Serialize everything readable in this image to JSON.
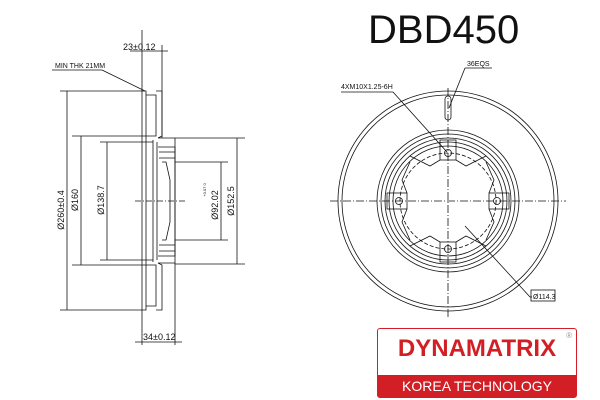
{
  "title": "DBD450",
  "side_view": {
    "thickness": "23±0.12",
    "min_thickness": "MIN THK 21MM",
    "outer_diameter": "Ø260±0.4",
    "d160": "Ø160",
    "d138": "Ø138.7",
    "center_bore": "Ø92.02",
    "center_bore_tol": "+0.07 0",
    "d152": "Ø152.5",
    "height": "34±0.12"
  },
  "front_view": {
    "thread": "4XM10X1.25-6H",
    "vanes": "36EQS",
    "pcd": "Ø114.3"
  },
  "logo": {
    "brand": "DYNAMATRIX",
    "registered": "®",
    "tagline": "KOREA TECHNOLOGY",
    "color": "#d21f26"
  }
}
